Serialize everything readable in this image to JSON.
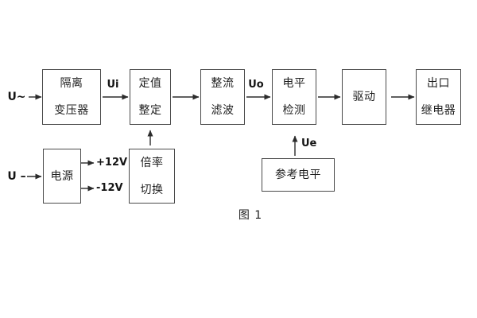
{
  "diagram": {
    "caption": "图 1",
    "inputs": {
      "ac_label": "U~",
      "dc_label": "U –"
    },
    "signal_labels": {
      "ui": "Ui",
      "uo": "Uo",
      "ue": "Ue"
    },
    "power_rails": {
      "positive": "+12V",
      "negative": "-12V"
    },
    "blocks": {
      "isolation_transformer": {
        "line1": "隔离",
        "line2": "变压器"
      },
      "value_setting": {
        "line1": "定值",
        "line2": "整定"
      },
      "rectifier_filter": {
        "line1": "整流",
        "line2": "滤波"
      },
      "level_detection": {
        "line1": "电平",
        "line2": "检测"
      },
      "driver": {
        "line1": "驱动"
      },
      "output_relay": {
        "line1": "出口",
        "line2": "继电器"
      },
      "power_supply": {
        "line1": "电源"
      },
      "ratio_switching": {
        "line1": "倍率",
        "line2": "切换"
      },
      "reference_level": {
        "line1": "参考电平"
      }
    },
    "colors": {
      "line": "#2b2b2b",
      "border": "#4a4a4a",
      "text": "#1f1f1f",
      "background": "#ffffff"
    }
  }
}
